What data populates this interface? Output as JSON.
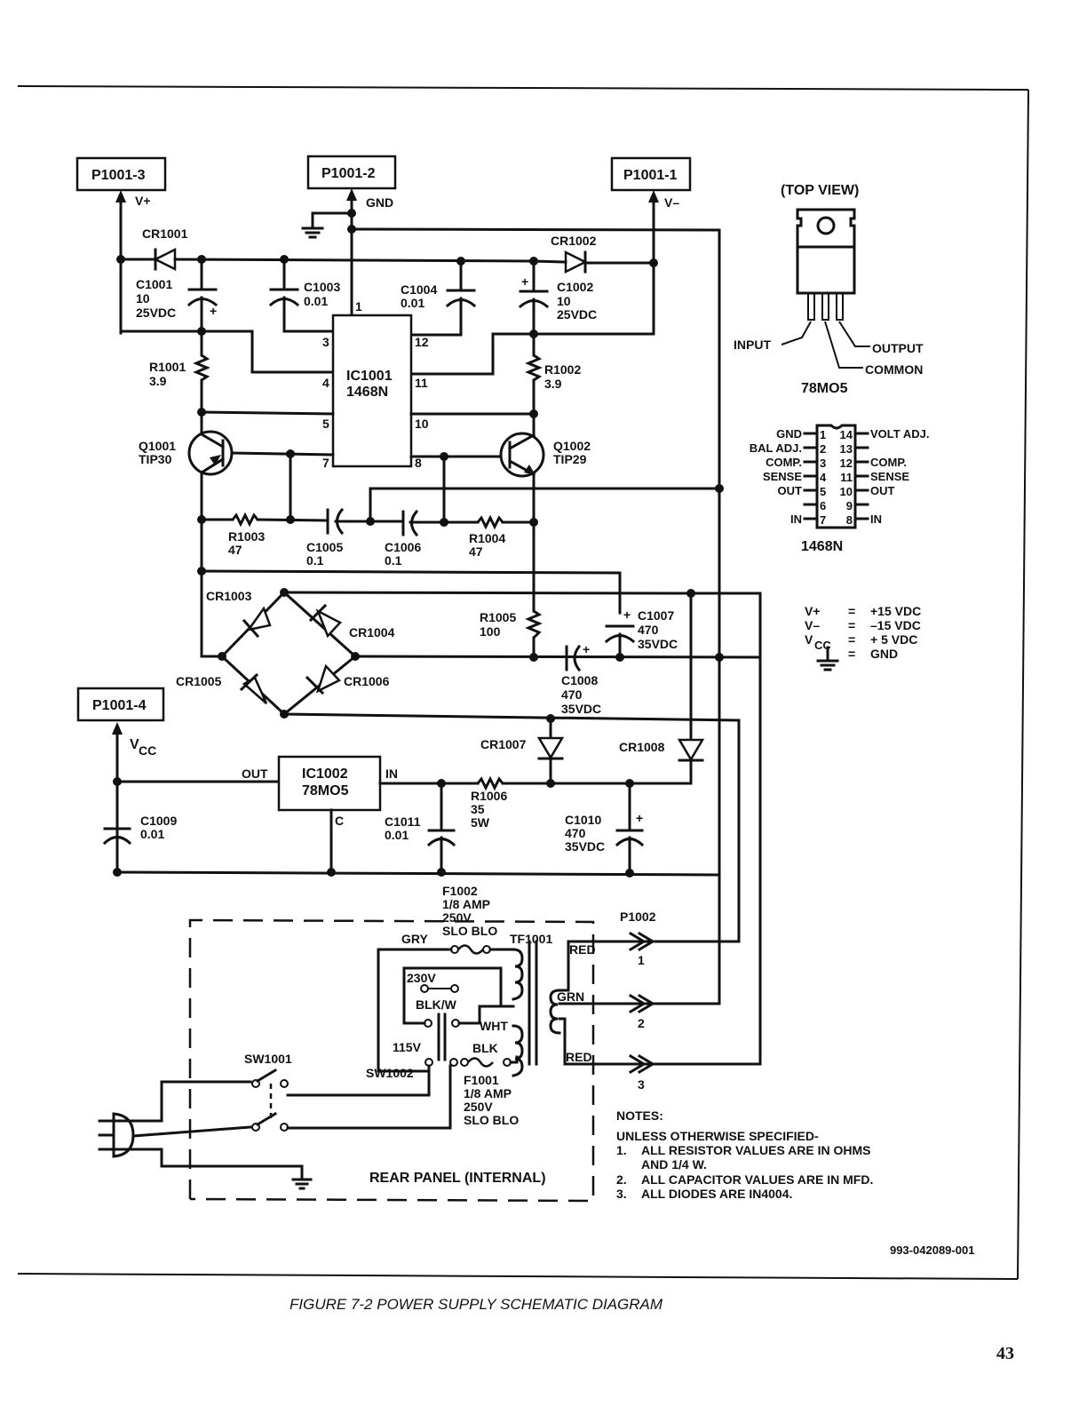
{
  "connectors": {
    "p1001_3": "P1001-3",
    "p1001_2": "P1001-2",
    "p1001_1": "P1001-1",
    "p1001_4": "P1001-4",
    "p1002": "P1002"
  },
  "nets": {
    "vplus": "V+",
    "gnd": "GND",
    "vminus": "V–",
    "vcc_main": "V",
    "vcc_sub": "CC"
  },
  "diodes": {
    "cr1001": "CR1001",
    "cr1002": "CR1002",
    "cr1003": "CR1003",
    "cr1004": "CR1004",
    "cr1005": "CR1005",
    "cr1006": "CR1006",
    "cr1007": "CR1007",
    "cr1008": "CR1008"
  },
  "capacitors": {
    "c1001": {
      "ref": "C1001",
      "value": "10",
      "rating": "25VDC"
    },
    "c1002": {
      "ref": "C1002",
      "value": "10",
      "rating": "25VDC"
    },
    "c1003": {
      "ref": "C1003",
      "value": "0.01"
    },
    "c1004": {
      "ref": "C1004",
      "value": "0.01"
    },
    "c1005": {
      "ref": "C1005",
      "value": "0.1"
    },
    "c1006": {
      "ref": "C1006",
      "value": "0.1"
    },
    "c1007": {
      "ref": "C1007",
      "value": "470",
      "rating": "35VDC"
    },
    "c1008": {
      "ref": "C1008",
      "value": "470",
      "rating": "35VDC"
    },
    "c1009": {
      "ref": "C1009",
      "value": "0.01"
    },
    "c1010": {
      "ref": "C1010",
      "value": "470",
      "rating": "35VDC"
    },
    "c1011": {
      "ref": "C1011",
      "value": "0.01"
    }
  },
  "resistors": {
    "r1001": {
      "ref": "R1001",
      "value": "3.9"
    },
    "r1002": {
      "ref": "R1002",
      "value": "3.9"
    },
    "r1003": {
      "ref": "R1003",
      "value": "47"
    },
    "r1004": {
      "ref": "R1004",
      "value": "47"
    },
    "r1005": {
      "ref": "R1005",
      "value": "100"
    },
    "r1006": {
      "ref": "R1006",
      "value": "35",
      "power": "5W"
    }
  },
  "transistors": {
    "q1001": {
      "ref": "Q1001",
      "part": "TIP30"
    },
    "q1002": {
      "ref": "Q1002",
      "part": "TIP29"
    }
  },
  "ic1001": {
    "ref": "IC1001",
    "part": "1468N",
    "pins": {
      "p1": "1",
      "p3": "3",
      "p4": "4",
      "p5": "5",
      "p7": "7",
      "p8": "8",
      "p10": "10",
      "p11": "11",
      "p12": "12"
    }
  },
  "ic1002": {
    "ref": "IC1002",
    "part": "78MO5",
    "out": "OUT",
    "in": "IN",
    "common": "C"
  },
  "plus_sign": "+",
  "transformer": {
    "ref": "TF1001",
    "gry": "GRY",
    "v230": "230V",
    "blkw": "BLK/W",
    "wht": "WHT",
    "v115": "115V",
    "blk": "BLK",
    "red1": "RED",
    "grn": "GRN",
    "red2": "RED"
  },
  "fuses": {
    "f1002": {
      "ref": "F1002",
      "rating": "1/8 AMP",
      "voltage": "250V",
      "type": "SLO BLO"
    },
    "f1001": {
      "ref": "F1001",
      "rating": "1/8 AMP",
      "voltage": "250V",
      "type": "SLO BLO"
    }
  },
  "switches": {
    "sw1001": "SW1001",
    "sw1002": "SW1002"
  },
  "p1002_pins": [
    "1",
    "2",
    "3"
  ],
  "rear_panel": "REAR PANEL (INTERNAL)",
  "to220": {
    "title": "(TOP VIEW)",
    "input": "INPUT",
    "output": "OUTPUT",
    "common": "COMMON",
    "part": "78MO5"
  },
  "dip": {
    "part": "1468N",
    "left": [
      {
        "num": "1",
        "name": "GND"
      },
      {
        "num": "2",
        "name": "BAL ADJ."
      },
      {
        "num": "3",
        "name": "COMP."
      },
      {
        "num": "4",
        "name": "SENSE"
      },
      {
        "num": "5",
        "name": "OUT"
      },
      {
        "num": "6",
        "name": ""
      },
      {
        "num": "7",
        "name": "IN"
      }
    ],
    "right": [
      {
        "num": "14",
        "name": "VOLT ADJ."
      },
      {
        "num": "13",
        "name": ""
      },
      {
        "num": "12",
        "name": "COMP."
      },
      {
        "num": "11",
        "name": "SENSE"
      },
      {
        "num": "10",
        "name": "OUT"
      },
      {
        "num": "9",
        "name": ""
      },
      {
        "num": "8",
        "name": "IN"
      }
    ]
  },
  "legend": [
    {
      "sym": "V+",
      "eq": "=",
      "val": "+15 VDC"
    },
    {
      "sym": "V–",
      "eq": "=",
      "val": "–15 VDC"
    },
    {
      "sym": "V",
      "sub": "CC",
      "eq": "=",
      "val": "+ 5 VDC"
    },
    {
      "sym": "",
      "eq": "=",
      "val": "GND"
    }
  ],
  "notes": {
    "title": "NOTES:",
    "intro": "UNLESS OTHERWISE SPECIFIED-",
    "items": [
      {
        "num": "1.",
        "line1": "ALL RESISTOR VALUES ARE IN OHMS",
        "line2": "AND 1/4 W."
      },
      {
        "num": "2.",
        "line1": "ALL CAPACITOR VALUES ARE IN MFD."
      },
      {
        "num": "3.",
        "line1": "ALL DIODES ARE IN4004."
      }
    ]
  },
  "drawing_number": "993-042089-001",
  "caption": "FIGURE 7-2  POWER SUPPLY SCHEMATIC DIAGRAM",
  "page_number": "43"
}
